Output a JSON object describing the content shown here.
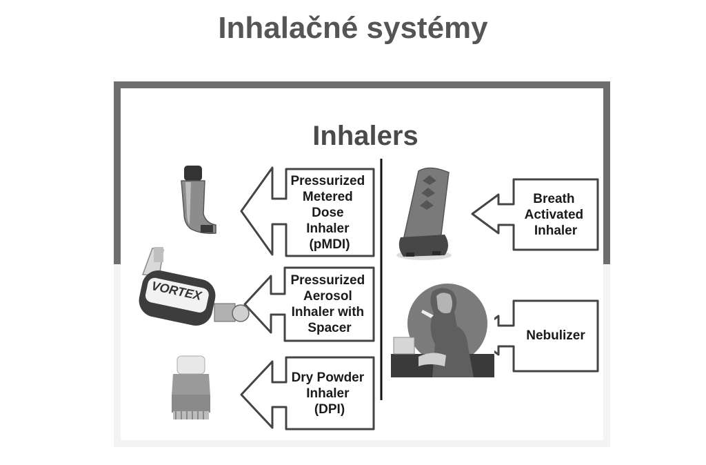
{
  "page": {
    "title": "Inhalačné systémy"
  },
  "figure": {
    "heading": "Inhalers",
    "vortex_label": "VORTEX",
    "left_items": [
      {
        "lines": [
          "Pressurized",
          "Metered",
          "Dose",
          "Inhaler",
          "(pMDI)"
        ],
        "icon": "pmdi-inhaler-icon"
      },
      {
        "lines": [
          "Pressurized",
          "Aerosol",
          "Inhaler with",
          "Spacer"
        ],
        "icon": "spacer-inhaler-icon"
      },
      {
        "lines": [
          "Dry Powder",
          "Inhaler",
          "(DPI)"
        ],
        "icon": "dry-powder-inhaler-icon"
      }
    ],
    "right_items": [
      {
        "lines": [
          "Breath",
          "Activated",
          "Inhaler"
        ],
        "icon": "breath-activated-inhaler-icon"
      },
      {
        "lines": [
          "Nebulizer"
        ],
        "icon": "nebulizer-photo"
      }
    ],
    "colors": {
      "frame_dark": "#6e6e6e",
      "panel_light": "#f7f7f7",
      "box_fill": "#ffffff",
      "box_stroke": "#444444"
    }
  }
}
